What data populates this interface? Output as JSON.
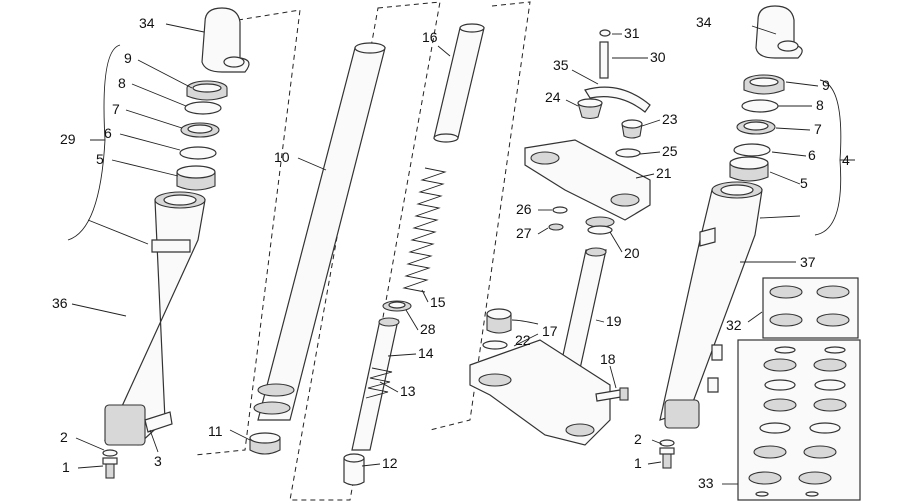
{
  "labels": {
    "l34a": "34",
    "l9a": "9",
    "l8a": "8",
    "l7a": "7",
    "l29": "29",
    "l6a": "6",
    "l5a": "5",
    "l36": "36",
    "l2a": "2",
    "l1a": "1",
    "l3": "3",
    "l10": "10",
    "l11": "11",
    "l16": "16",
    "l15": "15",
    "l28": "28",
    "l14": "14",
    "l13": "13",
    "l12": "12",
    "l31": "31",
    "l30": "30",
    "l35": "35",
    "l24": "24",
    "l23": "23",
    "l25": "25",
    "l21": "21",
    "l26": "26",
    "l27": "27",
    "l20": "20",
    "l19": "19",
    "l17": "17",
    "l22": "22",
    "l18": "18",
    "l34b": "34",
    "l9b": "9",
    "l8b": "8",
    "l7b": "7",
    "l4": "4",
    "l6b": "6",
    "l5b": "5",
    "l37": "37",
    "l32": "32",
    "l2b": "2",
    "l1b": "1",
    "l33": "33"
  }
}
